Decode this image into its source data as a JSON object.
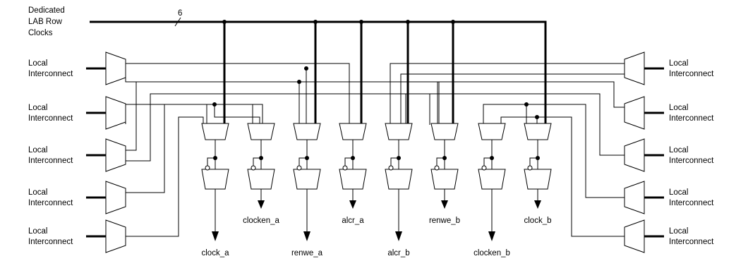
{
  "header": {
    "bus_label_lines": [
      "Dedicated",
      "LAB Row",
      "Clocks"
    ],
    "bus_width": "6"
  },
  "interconnect": {
    "label_line1": "Local",
    "label_line2": "Interconnect",
    "left_count": 5,
    "right_count": 5
  },
  "outputs": {
    "upper": [
      "clocken_a",
      "alcr_a",
      "renwe_b",
      "clock_b"
    ],
    "lower": [
      "clock_a",
      "renwe_a",
      "alcr_b",
      "clocken_b"
    ]
  },
  "columns": [
    "clock_a",
    "clocken_a",
    "renwe_a",
    "alcr_a",
    "alcr_b",
    "renwe_b",
    "clocken_b",
    "clock_b"
  ]
}
